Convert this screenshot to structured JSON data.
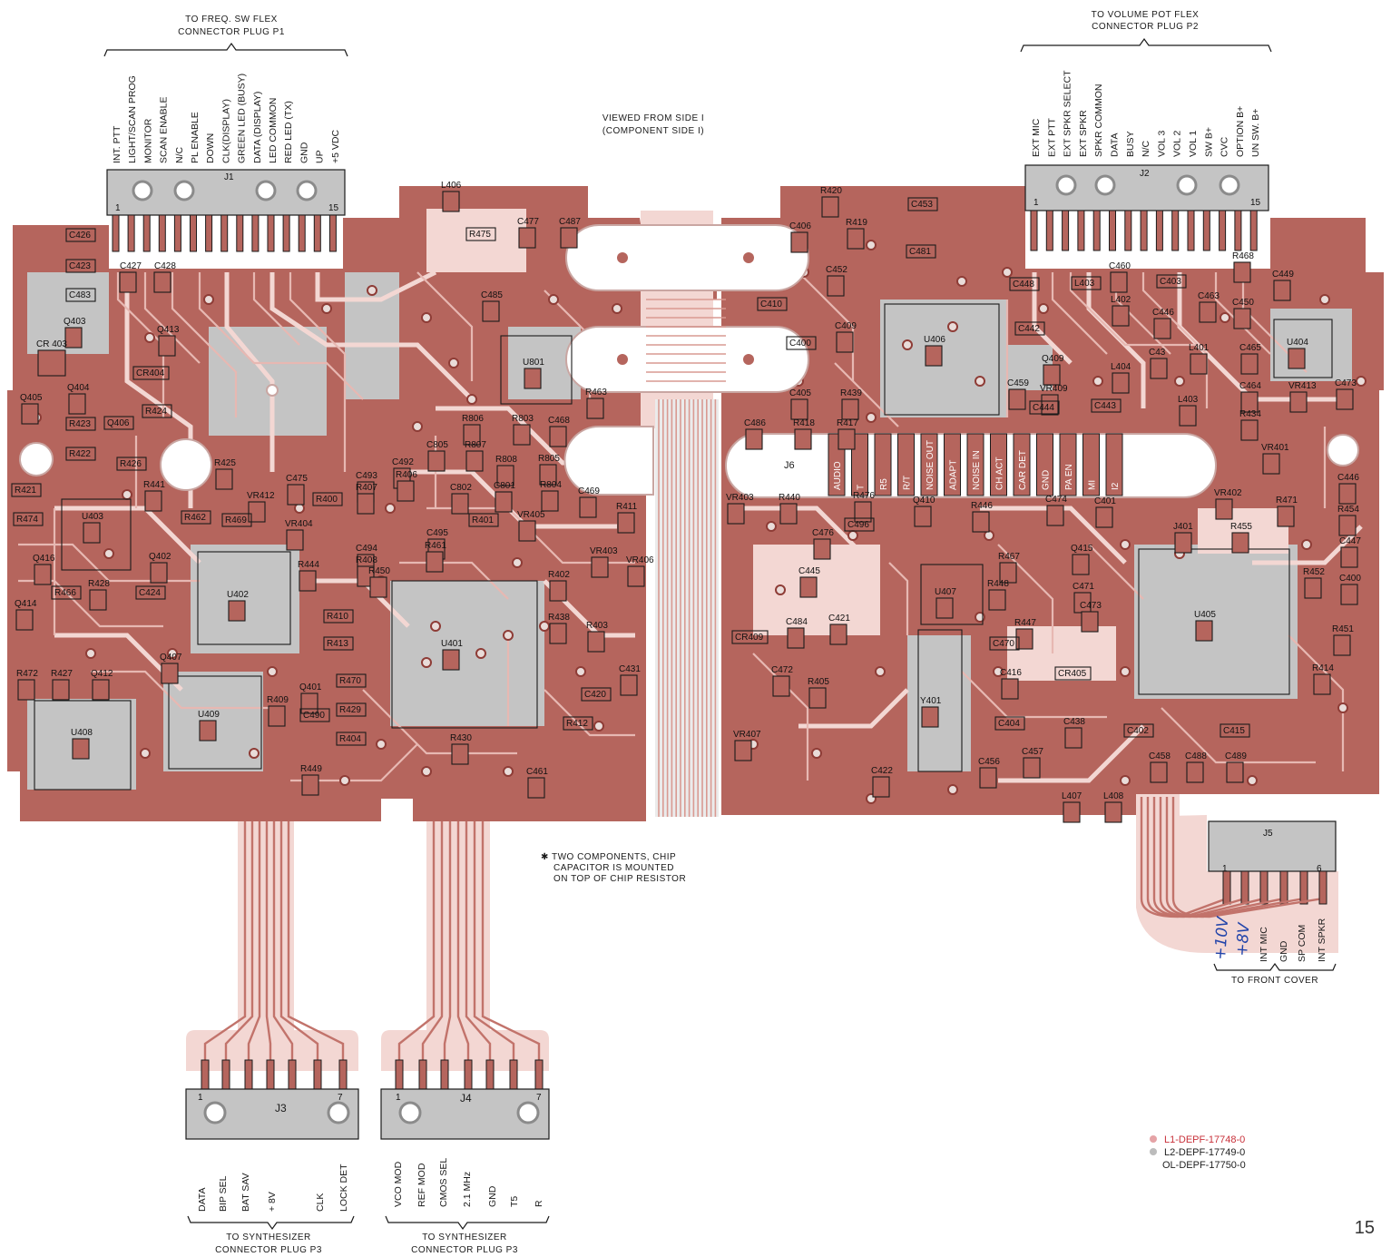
{
  "connectors": {
    "j1_header": [
      "TO FREQ. SW FLEX",
      "CONNECTOR PLUG P1"
    ],
    "j1_pins": [
      "INT. PTT",
      "LIGHT/SCAN PROG",
      "MONITOR",
      "SCAN ENABLE",
      "N/C",
      "PL ENABLE",
      "DOWN",
      "CLK(DISPLAY)",
      "GREEN LED (BUSY)",
      "DATA (DISPLAY)",
      "LED COMMON",
      "RED LED (TX)",
      "GND",
      "UP",
      "+5 VDC"
    ],
    "j2_header": [
      "TO VOLUME POT FLEX",
      "CONNECTOR PLUG P2"
    ],
    "j2_pins": [
      "EXT MIC",
      "EXT PTT",
      "EXT SPKR SELECT",
      "EXT SPKR",
      "SPKR COMMON",
      "DATA",
      "BUSY",
      "N/C",
      "VOL 3",
      "VOL 2",
      "VOL 1",
      "SW B+",
      "CVC",
      "OPTION B+",
      "UN SW. B+"
    ],
    "j3_pins": [
      "DATA",
      "BIP SEL",
      "BAT SAV",
      "+ 8V",
      "CLK",
      "LOCK DET"
    ],
    "j3_footer": [
      "TO SYNTHESIZER",
      "CONNECTOR PLUG P3"
    ],
    "j4_pins": [
      "VCO MOD",
      "REF MOD",
      "CMOS SEL",
      "2.1 MHz",
      "GND",
      "T5",
      "R"
    ],
    "j4_footer": [
      "TO SYNTHESIZER",
      "CONNECTOR PLUG P3"
    ],
    "j5_pins": [
      "INT MIC",
      "GND",
      "SP COM",
      "INT SPKR"
    ],
    "j5_footer": "TO FRONT COVER",
    "j5_handwritten": [
      "+10V",
      "+8V"
    ],
    "j6_pins": [
      "AUDIO",
      "T",
      "R5",
      "R/T",
      "NOISE OUT",
      "ADAPT",
      "NOISE IN",
      "CH ACT",
      "CAR DET",
      "GND",
      "PA EN",
      "MI",
      "I2"
    ]
  },
  "view_note": [
    "VIEWED FROM SIDE I",
    "(COMPONENT SIDE I)"
  ],
  "footnote": [
    "✱ TWO COMPONENTS, CHIP",
    "CAPACITOR IS MOUNTED",
    "ON TOP OF CHIP RESISTOR"
  ],
  "legend": [
    {
      "text": "L1-DEPF-17748-0",
      "color": "#c8313a"
    },
    {
      "text": "L2-DEPF-17749-0",
      "color": "#222222"
    },
    {
      "text": "OL-DEPF-17750-0",
      "color": "#222222"
    }
  ],
  "page_number": "15",
  "connector_ids": {
    "j1": "J1",
    "j2": "J2",
    "j3": "J3",
    "j4": "J4",
    "j5": "J5",
    "j6": "J6"
  },
  "pin_numbers": {
    "j1_first": "1",
    "j1_last": "15",
    "j2_first": "1",
    "j2_last": "15",
    "j3_first": "1",
    "j3_last": "7",
    "j4_first": "1",
    "j4_last": "7",
    "j5_first": "1",
    "j5_last": "6"
  },
  "colors": {
    "board": "#b5655d",
    "board_light": "#f3d7d3",
    "ground": "#c4c4c4",
    "trace": "#e7b8b2"
  },
  "left_board_refs": [
    "C426",
    "C423",
    "C483",
    "C427",
    "C428",
    "Q403",
    "Q413",
    "CR 403",
    "CR404",
    "Q404",
    "Q405",
    "R423",
    "Q406",
    "R424",
    "R422",
    "R426",
    "R425",
    "R441",
    "VR412",
    "C475",
    "R400",
    "R421",
    "R474",
    "U403",
    "R462",
    "R469",
    "VR404",
    "Q416",
    "Q402",
    "C424",
    "U402",
    "R428",
    "R466",
    "Q414",
    "R444",
    "R410",
    "R413",
    "Q407",
    "R472",
    "R427",
    "Q412",
    "U408",
    "U409",
    "R409",
    "Q401",
    "R470",
    "C490",
    "R429",
    "R404",
    "R449",
    "C493",
    "R407",
    "C492",
    "R406",
    "C494",
    "R408",
    "R450",
    "C495",
    "R461",
    "L406",
    "R475",
    "C477",
    "C487",
    "C485",
    "U801",
    "R463",
    "R806",
    "R803",
    "C468",
    "C805",
    "R807",
    "R808",
    "R805",
    "C802",
    "C801",
    "R804",
    "C469",
    "R401",
    "VR405",
    "R411",
    "VR403",
    "R402",
    "VR406",
    "R438",
    "R403",
    "U401",
    "C431",
    "C420",
    "R412",
    "R430",
    "C461"
  ],
  "right_board_refs": [
    "R420",
    "C453",
    "C406",
    "R419",
    "C481",
    "C452",
    "C410",
    "C409",
    "C400",
    "R439",
    "C405",
    "R418",
    "R417",
    "C486",
    "U406",
    "C448",
    "L403",
    "C460",
    "C403",
    "R468",
    "C449",
    "L402",
    "C463",
    "C450",
    "C442",
    "C446",
    "Q409",
    "L401",
    "C465",
    "U404",
    "C459",
    "VR409",
    "L404",
    "C43",
    "C444",
    "C443",
    "L403",
    "C464",
    "VR413",
    "C473",
    "R434",
    "VR401",
    "VR403",
    "R440",
    "R476",
    "C476",
    "C496",
    "Q410",
    "R446",
    "C474",
    "C401",
    "VR402",
    "R471",
    "C446",
    "J401",
    "R455",
    "R454",
    "C447",
    "Q415",
    "R467",
    "C445",
    "U407",
    "R448",
    "C471",
    "C473",
    "R452",
    "C400",
    "R447",
    "U405",
    "R451",
    "CR409",
    "C484",
    "C421",
    "C470",
    "C472",
    "R405",
    "C416",
    "CR405",
    "R414",
    "Y401",
    "VR407",
    "C404",
    "C438",
    "C402",
    "C415",
    "C456",
    "C457",
    "C458",
    "C488",
    "C489",
    "C422",
    "L407",
    "L408"
  ]
}
